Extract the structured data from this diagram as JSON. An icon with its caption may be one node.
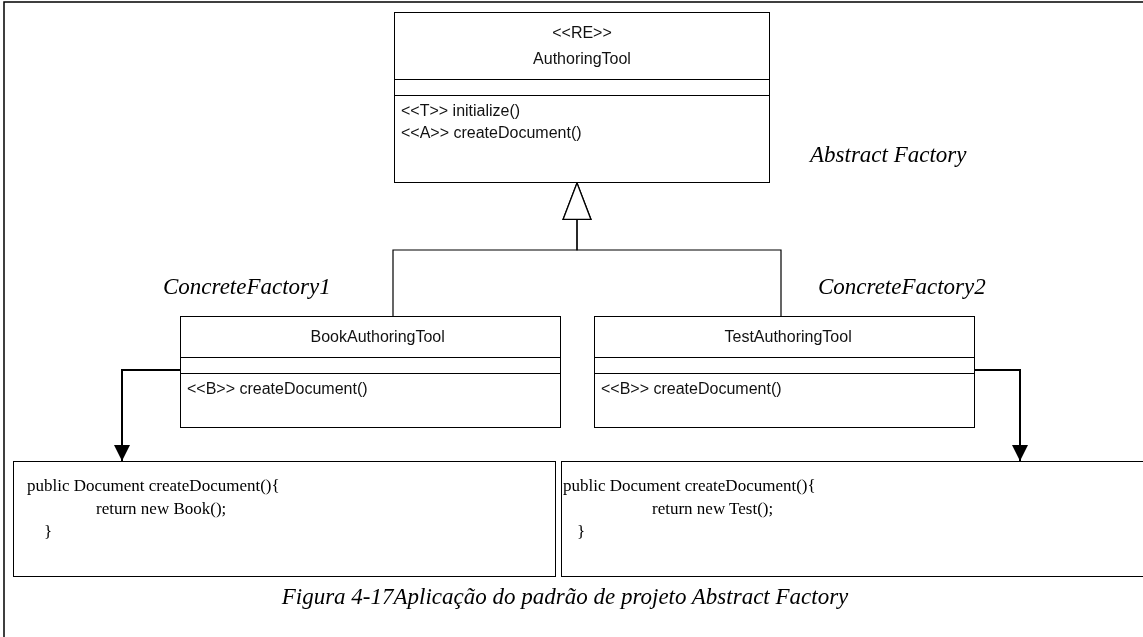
{
  "diagram": {
    "caption": "Figura 4-17Aplicação do padrão de projeto Abstract Factory",
    "nodes": [
      {
        "text": [
          "<<RE>> AuthoringTool",
          "<<T>> initialize()",
          "<<A>> createDocument()"
        ],
        "beside": [
          "Abstract Factory"
        ]
      },
      {
        "text": [
          "BookAuthoringTool",
          "<<B>> createDocument()"
        ],
        "beside": [
          "ConcreteFactory1"
        ]
      },
      {
        "text": [
          "TestAuthoringTool",
          "<<B>> createDocument()"
        ],
        "beside": [
          "ConcreteFactory2"
        ]
      },
      {
        "text": [
          "public Document createDocument(){",
          "return new Book();",
          "}"
        ]
      },
      {
        "text": [
          "public Document createDocument(){",
          "return new Test();",
          "}"
        ]
      }
    ],
    "edges": [
      {
        "from": 1,
        "to": 0,
        "arrow": "to"
      },
      {
        "from": 2,
        "to": 0,
        "arrow": "to"
      },
      {
        "from": 1,
        "to": 3,
        "arrow": "to"
      },
      {
        "from": 2,
        "to": 4,
        "arrow": "to"
      }
    ]
  }
}
